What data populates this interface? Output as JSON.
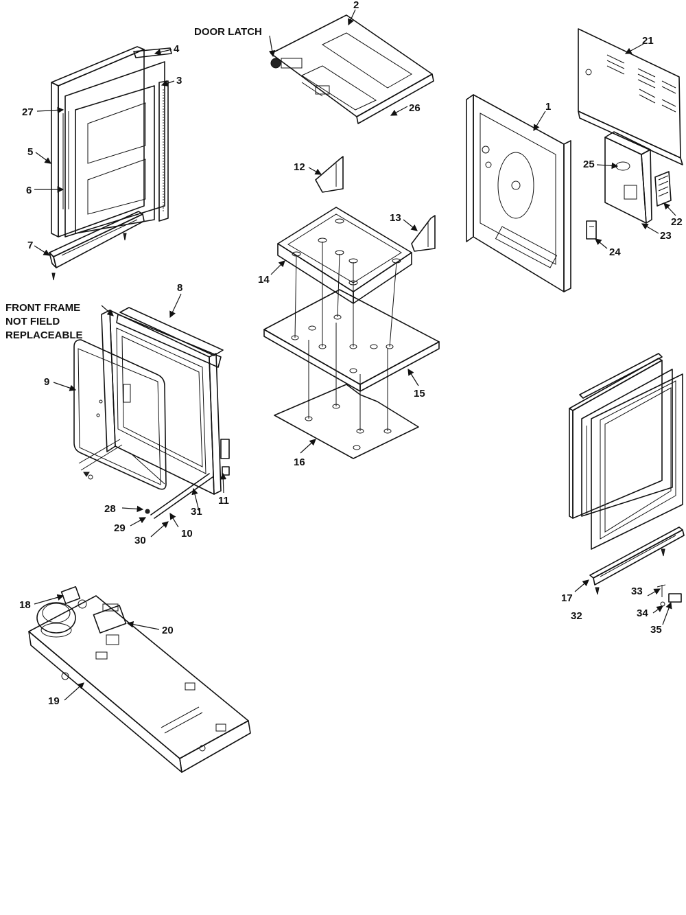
{
  "notes": {
    "door_latch": "DOOR LATCH",
    "front_frame_line1": "FRONT FRAME",
    "front_frame_line2": "NOT FIELD",
    "front_frame_line3": "REPLACEABLE"
  },
  "callouts": {
    "c1": "1",
    "c2": "2",
    "c3": "3",
    "c4": "4",
    "c5": "5",
    "c6": "6",
    "c7": "7",
    "c8": "8",
    "c9": "9",
    "c10": "10",
    "c11": "11",
    "c12": "12",
    "c13": "13",
    "c14": "14",
    "c15": "15",
    "c16": "16",
    "c17": "17",
    "c18": "18",
    "c19": "19",
    "c20": "20",
    "c21": "21",
    "c22": "22",
    "c23": "23",
    "c24": "24",
    "c25": "25",
    "c26": "26",
    "c27": "27",
    "c28": "28",
    "c29": "29",
    "c30": "30",
    "c31": "31",
    "c32": "32",
    "c33": "33",
    "c34": "34",
    "c35": "35"
  }
}
